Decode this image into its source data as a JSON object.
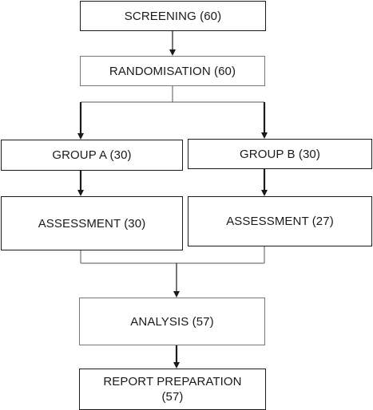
{
  "diagram": {
    "screening": {
      "label": "SCREENING (60)"
    },
    "randomisation": {
      "label": "RANDOMISATION (60)"
    },
    "group_a": {
      "label": "GROUP A (30)"
    },
    "group_b": {
      "label": "GROUP B (30)"
    },
    "assessment_a": {
      "label": "ASSESSMENT (30)"
    },
    "assessment_b": {
      "label": "ASSESSMENT (27)"
    },
    "analysis": {
      "label": "ANALYSIS (57)"
    },
    "report": {
      "label_line1": "REPORT PREPARATION",
      "label_line2": "(57)"
    }
  },
  "colors": {
    "line": "#1a1a1a",
    "light_border": "#777777",
    "background": "#ffffff"
  }
}
